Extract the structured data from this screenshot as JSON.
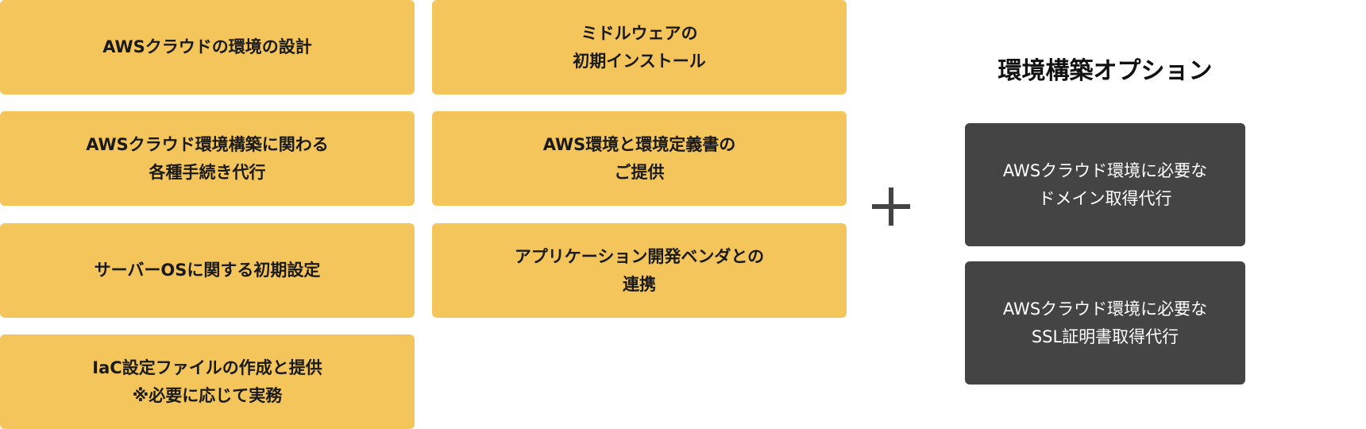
{
  "services": [
    "AWSクラウドの環境の設計",
    "ミドルウェアの\n初期インストール",
    "AWSクラウド環境構築に関わる\n各種手続き代行",
    "AWS環境と環境定義書の\nご提供",
    "サーバーOSに関する初期設定",
    "アプリケーション開発ベンダとの\n連携",
    "IaC設定ファイルの作成と提供\n※必要に応じて実務"
  ],
  "options": {
    "title": "環境構築オプション",
    "items": [
      "AWSクラウド環境に必要な\nドメイン取得代行",
      "AWSクラウド環境に必要な\nSSL証明書取得代行"
    ]
  },
  "colors": {
    "service_bg": "#F4C55A",
    "option_bg": "#444444"
  }
}
